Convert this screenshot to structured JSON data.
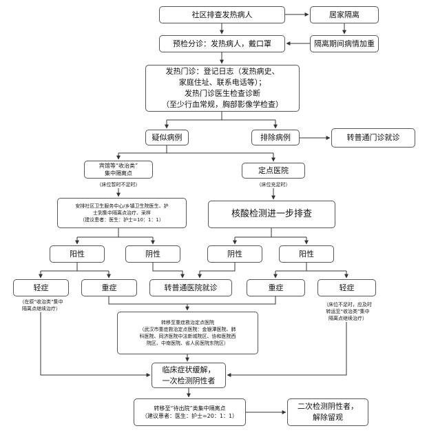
{
  "nodes": {
    "screening": [
      "社区排查发热病人"
    ],
    "home_isolation": [
      "居家隔离"
    ],
    "isolation_worsen": [
      "隔离期间病情加重"
    ],
    "triage": [
      "预检分诊：发热病人，戴口罩"
    ],
    "fever_clinic": [
      "发热门诊：登记日志（发热病史、",
      "家庭住址、联系电话等）；",
      "发热门诊医生检查诊断",
      "（至少行血常规，胸部影像学检查）"
    ],
    "suspected": [
      "疑似病例"
    ],
    "excluded": [
      "排除病例"
    ],
    "general_clinic": [
      "转普通门诊就诊"
    ],
    "hotel_isolation": [
      "宾馆等“收治类”",
      "集中隔离点"
    ],
    "designated_hospital": [
      "定点医院"
    ],
    "community_staff": [
      "安排社区卫生服务中心/乡镇卫生院医生、护",
      "士到集中隔离点治疗、采样",
      "（建议患者：医生：护士=10：1：1）"
    ],
    "nucleic_test": [
      "核酸检测进一步排查"
    ],
    "positive_left": [
      "阳性"
    ],
    "negative_left": [
      "阴性"
    ],
    "negative_right": [
      "阴性"
    ],
    "positive_right": [
      "阳性"
    ],
    "mild_left": [
      "轻症"
    ],
    "severe_left": [
      "重症"
    ],
    "general_hospital": [
      "转普通医院就诊"
    ],
    "severe_right": [
      "重症"
    ],
    "mild_right": [
      "轻症"
    ],
    "transfer_severe": [
      "转移至重症救治定点医院",
      "（武汉市重症救治定点医院：金银潭医院、肺",
      "科医院、同济医院中法新城院区、协和医院西",
      "院区、中南医院、省人民医院东院区）"
    ],
    "symptom_relief": [
      "临床症状缓解，",
      "一次检测阴性者"
    ],
    "transfer_discharge": [
      "转移至“待出院”类集中隔离点",
      "（建议患者：医生：护士=20：1：1）"
    ],
    "release": [
      "二次检测阴性者，",
      "解除留观"
    ]
  },
  "notes": {
    "bed_insufficient": [
      "（床位暂时不足时）"
    ],
    "bed_sufficient": [
      "（床位充足时）"
    ],
    "mild_left_note": [
      "（在原“收治类”集中",
      "隔离点继续治疗）"
    ],
    "mild_right_note": [
      "（床位不足时，应及时",
      "转运至“收治类”集中",
      "隔离点继续治疗）"
    ]
  },
  "colors": {
    "border": "#555555",
    "line": "#333333"
  }
}
